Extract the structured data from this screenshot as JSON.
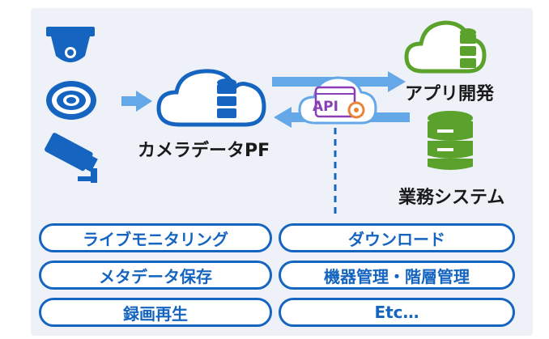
{
  "nodes": {
    "camera_platform": "カメラデータPF",
    "app_dev": "アプリ開発",
    "business_system": "業務システム",
    "api": "API"
  },
  "features": [
    "ライブモニタリング",
    "ダウンロード",
    "メタデータ保存",
    "機器管理・階層管理",
    "録画再生",
    "Etc…"
  ],
  "colors": {
    "primary_blue": "#1565c0",
    "light_blue": "#64a8e8",
    "green": "#5aa22c",
    "api_purple": "#8a3fb5",
    "api_orange": "#e8833a"
  },
  "icons": [
    "dome-camera-icon",
    "fisheye-camera-icon",
    "bullet-camera-icon",
    "cloud-database-icon",
    "cloud-database-green-icon",
    "database-green-icon",
    "api-gear-icon"
  ]
}
